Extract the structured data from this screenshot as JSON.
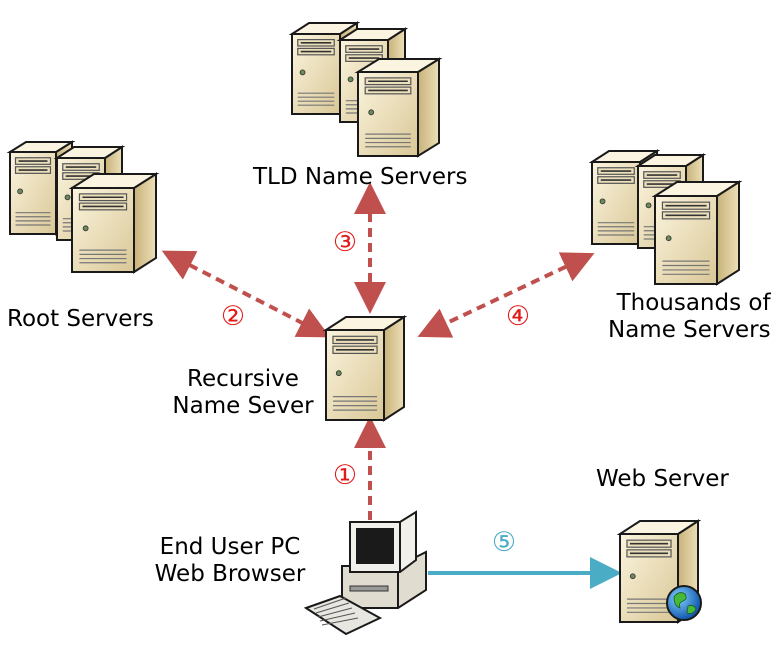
{
  "nodes": {
    "tld": {
      "label": "TLD Name Servers"
    },
    "root": {
      "label": "Root Servers"
    },
    "thousands": {
      "label_line1": "Thousands of",
      "label_line2": "Name Servers"
    },
    "recursive": {
      "label_line1": "Recursive",
      "label_line2": "Name Sever"
    },
    "enduser": {
      "label_line1": "End User PC",
      "label_line2": "Web Browser"
    },
    "webserver": {
      "label": "Web Server"
    }
  },
  "steps": [
    "①",
    "②",
    "③",
    "④",
    "⑤"
  ],
  "colors": {
    "dns_arrow": "#c0504d",
    "http_arrow": "#4bacc6",
    "step_red": "#e31a1a",
    "step_blue": "#4bacc6",
    "server_body": "#f3e8c8",
    "server_side": "#cdbd8e",
    "server_outline": "#1a1a1a"
  },
  "icons": {
    "server": "server-icon",
    "pc": "desktop-pc-icon",
    "globe": "globe-icon"
  }
}
